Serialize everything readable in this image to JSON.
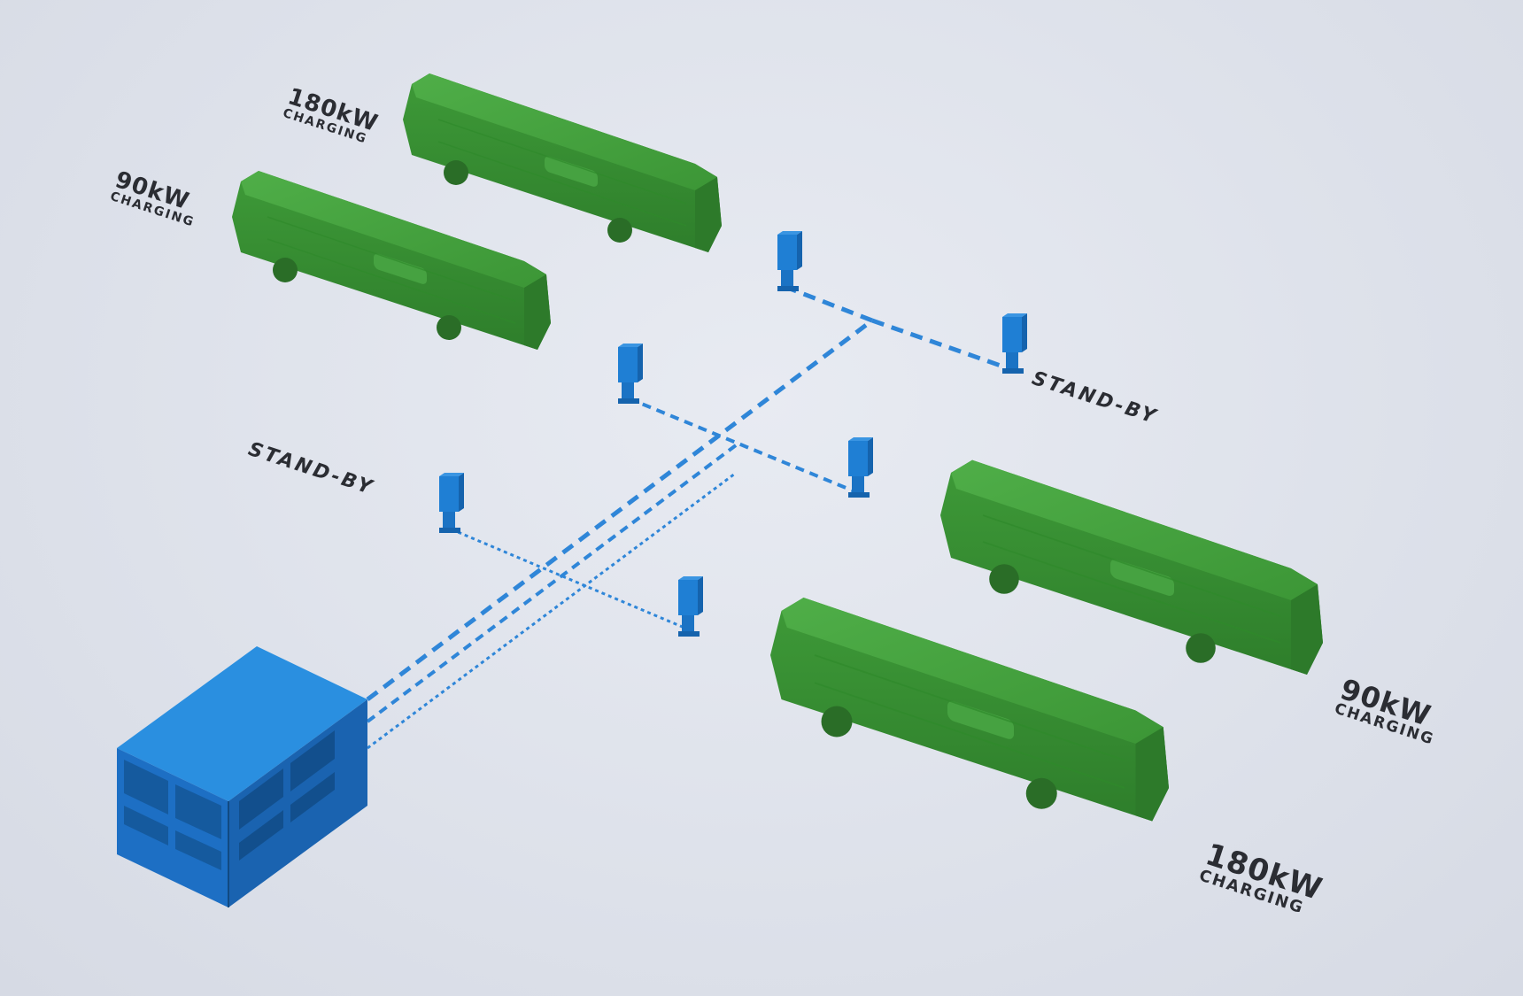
{
  "labels": {
    "bus_top_back": {
      "power": "180kW",
      "status": "CHARGING"
    },
    "bus_top_front": {
      "power": "90kW",
      "status": "CHARGING"
    },
    "bus_bottom_back": {
      "power": "90kW",
      "status": "CHARGING"
    },
    "bus_bottom_front": {
      "power": "180kW",
      "status": "CHARGING"
    },
    "standby_right": "STAND-BY",
    "standby_left": "STAND-BY"
  },
  "colors": {
    "bus": "#3f9a3a",
    "bus_dark": "#2f7d2c",
    "bus_light": "#56b14e",
    "charger": "#1f7fd4",
    "charger_dark": "#1563ad",
    "cabinet_top": "#2a8fe0",
    "cabinet_left": "#1d6fc4",
    "cabinet_right": "#1a63b0",
    "cable": "#2f86d8",
    "text": "#2b2d33"
  },
  "icons": {
    "bus": "electric-bus-icon",
    "charger": "charging-post-icon",
    "cabinet": "power-cabinet-icon"
  }
}
